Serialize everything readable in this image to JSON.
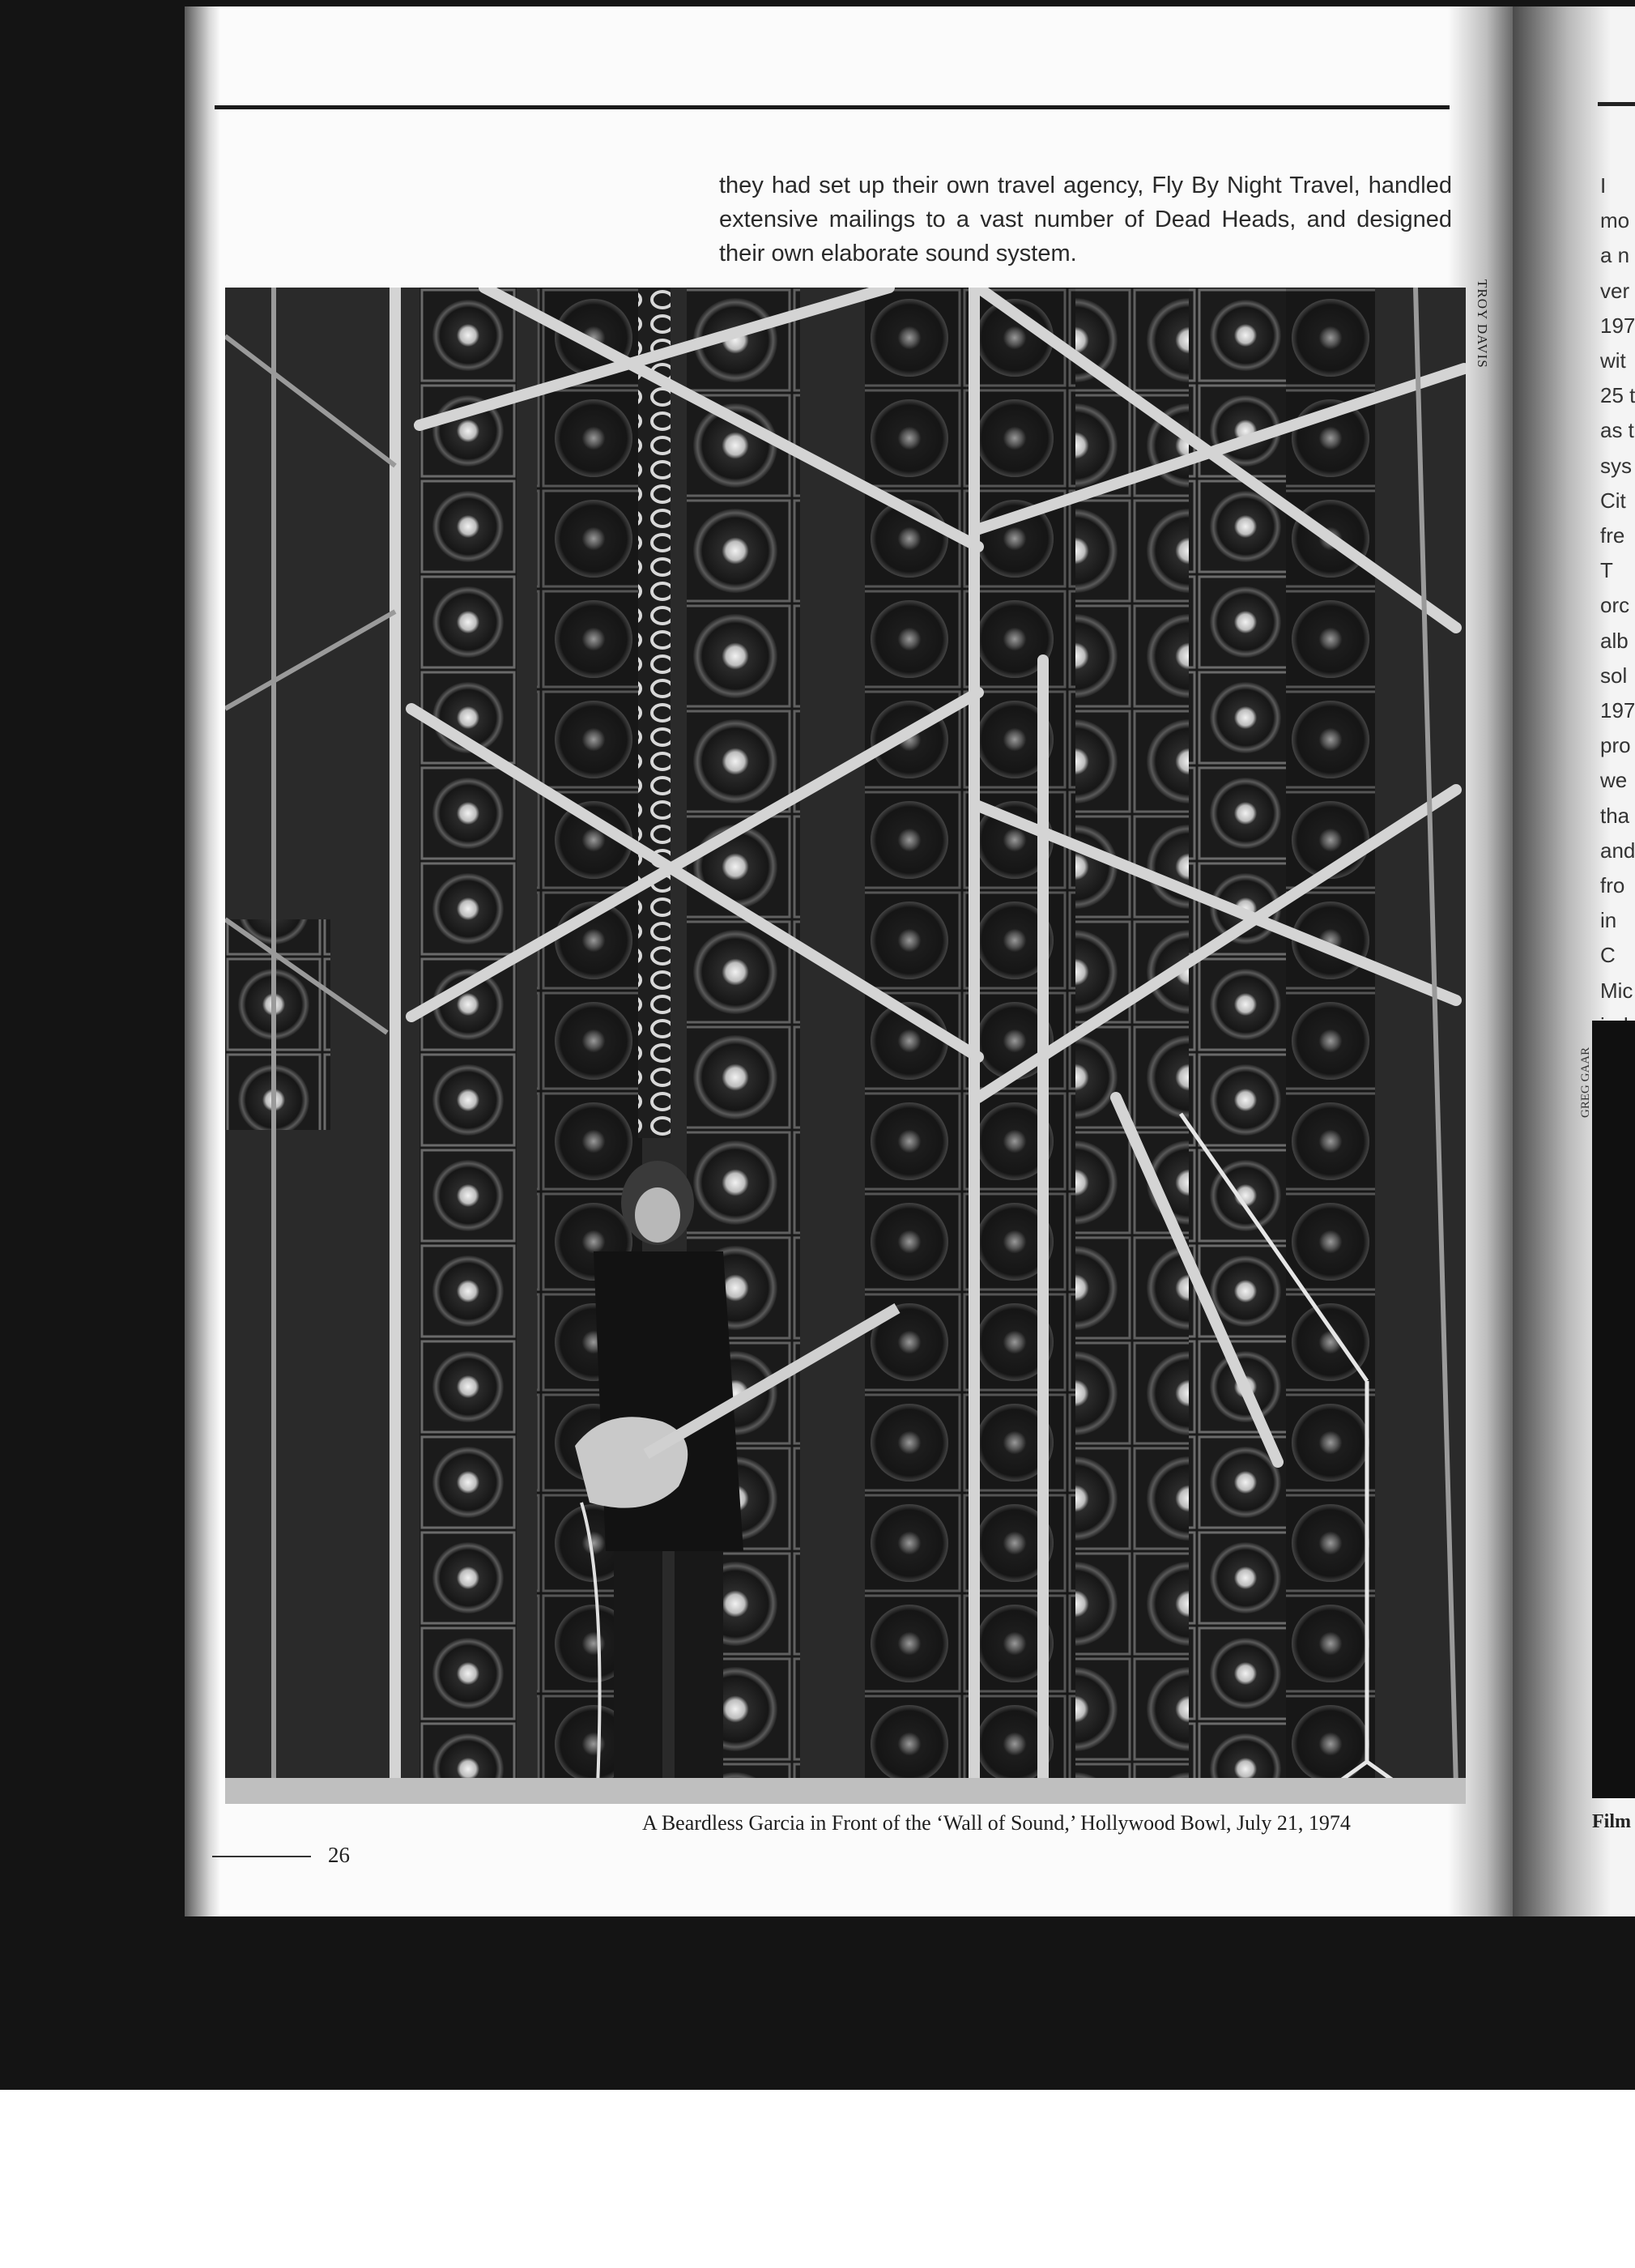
{
  "left_page": {
    "body_text": "they had set up their own travel agency, Fly By Night Travel, handled extensive mailings to a vast number of Dead Heads, and designed their own elaborate sound system.",
    "photo_credit": "TROY DAVIS",
    "caption": "A Beardless Garcia in Front of the ‘Wall of Sound,’ Hollywood Bowl, July 21, 1974",
    "page_number": "26"
  },
  "right_page": {
    "line_fragments": [
      "I",
      "mo",
      "a n",
      "ver",
      "197",
      "wit",
      "25 t",
      "as t",
      "sys",
      "Cit",
      "fre",
      "T",
      "orc",
      "alb",
      "sol",
      "197",
      "pro",
      "we",
      "tha",
      "and",
      "fro",
      "in C",
      "Mic",
      "ind"
    ],
    "photo_credit": "GREG GAAR",
    "caption_fragment": "Film"
  }
}
